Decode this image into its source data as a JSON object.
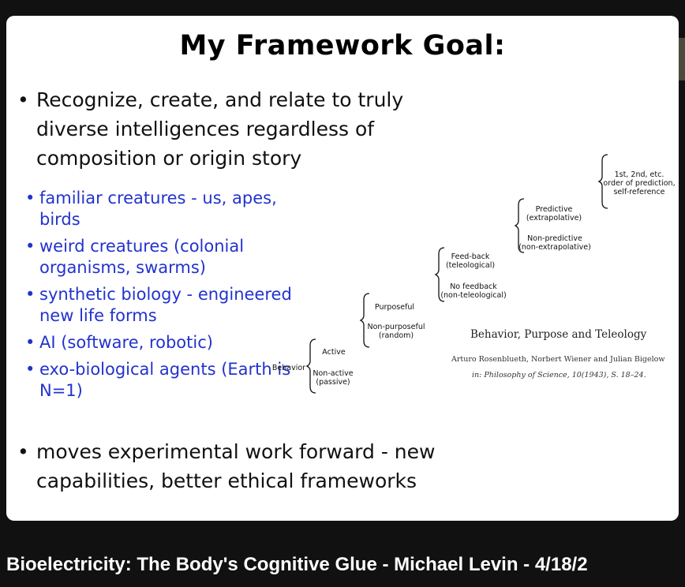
{
  "slide": {
    "title": "My Framework Goal:",
    "bullet_1": "Recognize, create, and relate to truly diverse intelligences regardless of composition or origin story",
    "sub_items": [
      {
        "label": "familiar creatures - us, apes, birds"
      },
      {
        "label": "weird creatures (colonial organisms, swarms)"
      },
      {
        "label": "synthetic biology - engineered new life forms"
      },
      {
        "label": "AI (software, robotic)"
      },
      {
        "label": "exo-biological agents (Earth is N=1)"
      }
    ],
    "bullet_2": "moves experimental work forward - new capabilities, better ethical frameworks",
    "diagram": {
      "root": "Behavior",
      "active": "Active",
      "non_active": "Non-active\n(passive)",
      "purposeful": "Purposeful",
      "non_purposeful": "Non-purposeful\n(random)",
      "feedback": "Feed-back\n(teleological)",
      "no_feedback": "No feedback\n(non-teleological)",
      "predictive": "Predictive\n(extrapolative)",
      "non_predictive": "Non-predictive\n(non-extrapolative)",
      "orders": "1st, 2nd, etc.\norder of prediction,\nself-reference"
    },
    "reference": {
      "title": "Behavior, Purpose and Teleology",
      "authors": "Arturo Rosenblueth, Norbert Wiener and Julian Bigelow",
      "source": "in: Philosophy of Science, 10(1943), S. 18–24."
    }
  },
  "caption": "Bioelectricity: The Body's Cognitive Glue - Michael Levin - 4/18/2"
}
